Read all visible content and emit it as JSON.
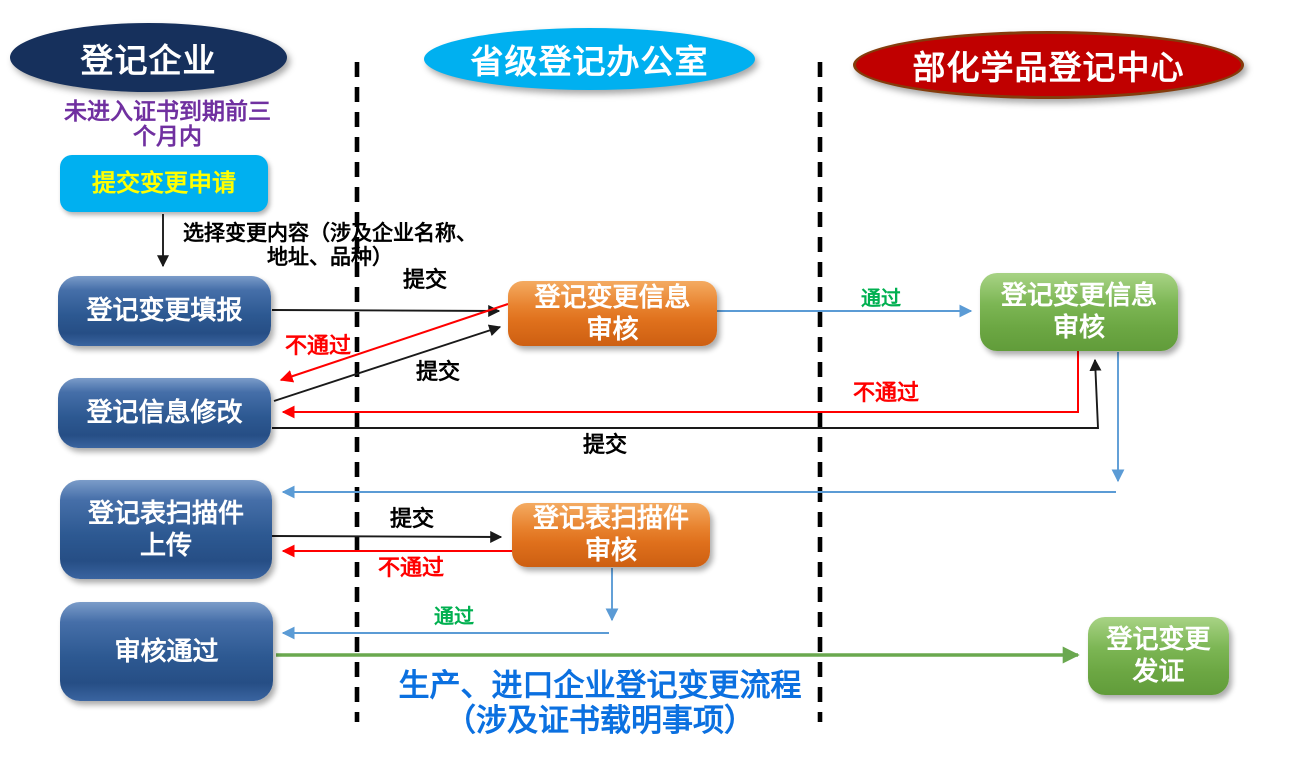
{
  "lanes": {
    "left": {
      "title": "登记企业"
    },
    "middle": {
      "title": "省级登记办公室"
    },
    "right": {
      "title": "部化学品登记中心"
    }
  },
  "nodes": {
    "precondition": "未进入证书到期前三\n个月内",
    "submit_change_request": "提交变更申请",
    "change_filling": "登记变更填报",
    "info_modify": "登记信息修改",
    "scan_upload": "登记表扫描件\n上传",
    "audit_passed": "审核通过",
    "prov_info_audit": "登记变更信息\n审核",
    "prov_scan_audit": "登记表扫描件\n审核",
    "ministry_info_audit": "登记变更信息\n审核",
    "issue_cert": "登记变更\n发证"
  },
  "edge_labels": {
    "select_content": "选择变更内容（涉及企业名称、\n地址、品种）",
    "submit_1": "提交",
    "fail_1": "不通过",
    "submit_2": "提交",
    "pass_1": "通过",
    "fail_2": "不通过",
    "submit_3": "提交",
    "submit_4": "提交",
    "fail_3": "不通过",
    "pass_2": "通过"
  },
  "caption": "生产、进口企业登记变更流程\n（涉及证书载明事项）",
  "colors": {
    "lane_left_fill": "#16305C",
    "lane_middle_fill": "#00B0F0",
    "lane_right_fill": "#C00000",
    "lane_right_border": "#843C0C",
    "cyan_box": "#00B0F0",
    "yellow_text": "#FFFF00",
    "purple_text": "#7030A0",
    "caption_blue": "#0B70E0",
    "pass_green": "#00B050",
    "fail_red": "#FF0000",
    "line_black": "#1a1a1a",
    "line_blue": "#5B9BD5",
    "line_green": "#6AA84F"
  }
}
